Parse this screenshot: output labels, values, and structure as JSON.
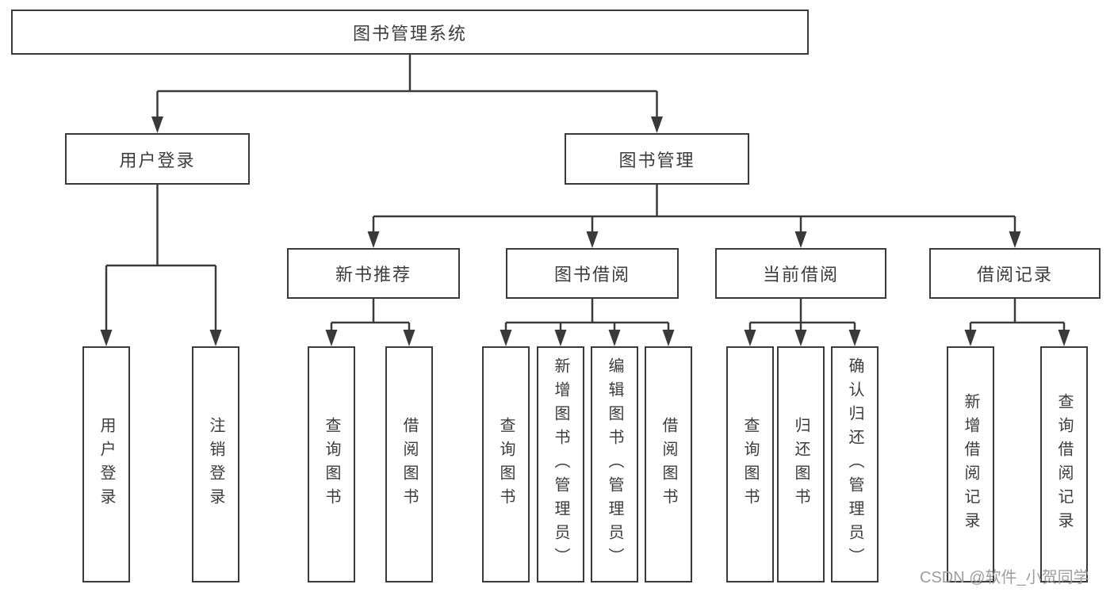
{
  "diagram": {
    "type": "hierarchy-tree",
    "root": {
      "label": "图书管理系统"
    },
    "branches": [
      {
        "label": "用户登录",
        "children": [
          {
            "label": "用户登录"
          },
          {
            "label": "注销登录"
          }
        ]
      },
      {
        "label": "图书管理",
        "children": [
          {
            "label": "新书推荐",
            "children": [
              {
                "label": "查询图书"
              },
              {
                "label": "借阅图书"
              }
            ]
          },
          {
            "label": "图书借阅",
            "children": [
              {
                "label": "查询图书"
              },
              {
                "label": "新增图书（管理员）"
              },
              {
                "label": "编辑图书（管理员）"
              },
              {
                "label": "借阅图书"
              }
            ]
          },
          {
            "label": "当前借阅",
            "children": [
              {
                "label": "查询图书"
              },
              {
                "label": "归还图书"
              },
              {
                "label": "确认归还（管理员）"
              }
            ]
          },
          {
            "label": "借阅记录",
            "children": [
              {
                "label": "新增借阅记录"
              },
              {
                "label": "查询借阅记录"
              }
            ]
          }
        ]
      }
    ]
  },
  "watermark": {
    "text": "CSDN @软件_小贺同学"
  },
  "colors": {
    "line": "#3a3a3a",
    "box_border": "#3a3a3a",
    "text": "#3c3c3c",
    "watermark_text": "#9e9e9e",
    "background": "#ffffff"
  }
}
